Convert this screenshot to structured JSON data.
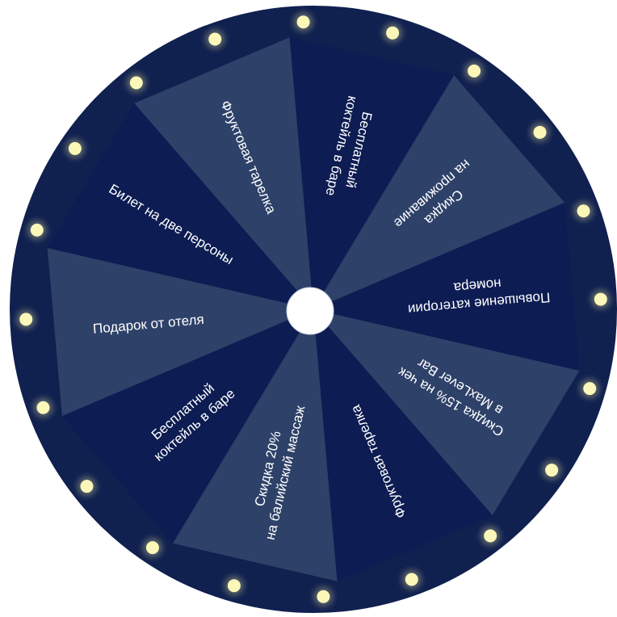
{
  "wheel": {
    "colors": {
      "rim": "#10204f",
      "segment_dark": "#0d1c52",
      "segment_light": "#2e4169",
      "hub": "#ffffff",
      "bulb": "#fbf7b8",
      "text": "#ffffff"
    },
    "segments": [
      {
        "label_lines": [
          "Бесплатный",
          "коктейль в баре"
        ],
        "tone": "dark"
      },
      {
        "label_lines": [
          "Скидка",
          "на проживание"
        ],
        "tone": "light"
      },
      {
        "label_lines": [
          "Повышение категории",
          "номера"
        ],
        "tone": "dark"
      },
      {
        "label_lines": [
          "Скидка 15% на чек",
          "в MaxLever Bar"
        ],
        "tone": "light"
      },
      {
        "label_lines": [
          "Фруктовая тарелка"
        ],
        "tone": "dark"
      },
      {
        "label_lines": [
          "Скидка 20%",
          "на балийский массаж"
        ],
        "tone": "light"
      },
      {
        "label_lines": [
          "Бесплатный",
          "коктейль в баре"
        ],
        "tone": "dark"
      },
      {
        "label_lines": [
          "Подарок от отеля"
        ],
        "tone": "light"
      },
      {
        "label_lines": [
          "Билет на две персоны"
        ],
        "tone": "dark"
      },
      {
        "label_lines": [
          "Фруктовая тарелка"
        ],
        "tone": "light"
      }
    ],
    "bulb_count": 20,
    "hub_label": ""
  }
}
